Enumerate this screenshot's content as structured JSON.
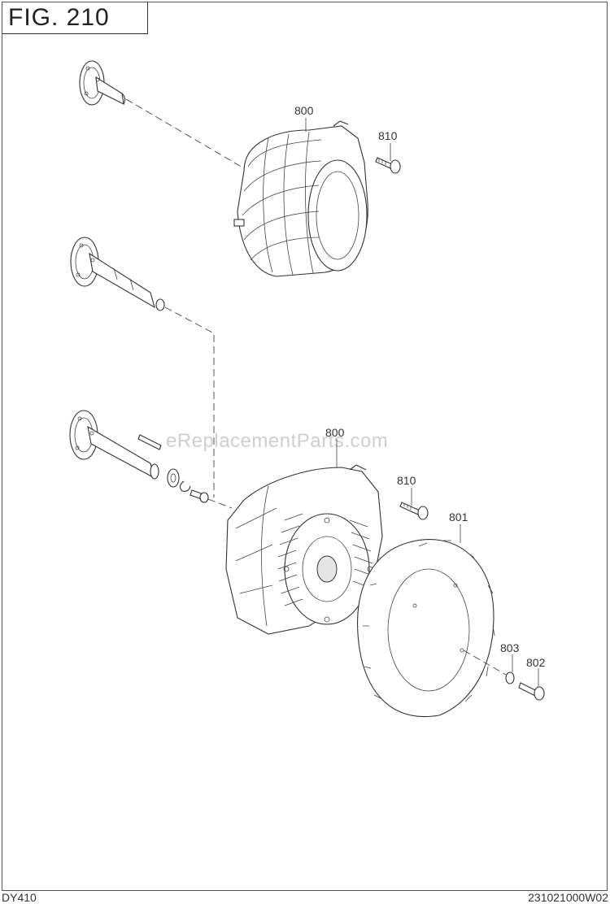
{
  "figure": {
    "title": "FIG. 210"
  },
  "footer": {
    "model": "DY410",
    "diagram_code": "231021000W02"
  },
  "watermark": "eReplacementParts.com",
  "callouts": {
    "p800_top": "800",
    "p810_top": "810",
    "p800_bottom": "800",
    "p810_bottom": "810",
    "p801": "801",
    "p803": "803",
    "p802": "802"
  },
  "colors": {
    "line": "#333333",
    "background": "#ffffff",
    "watermark": "#cfcfcf"
  }
}
